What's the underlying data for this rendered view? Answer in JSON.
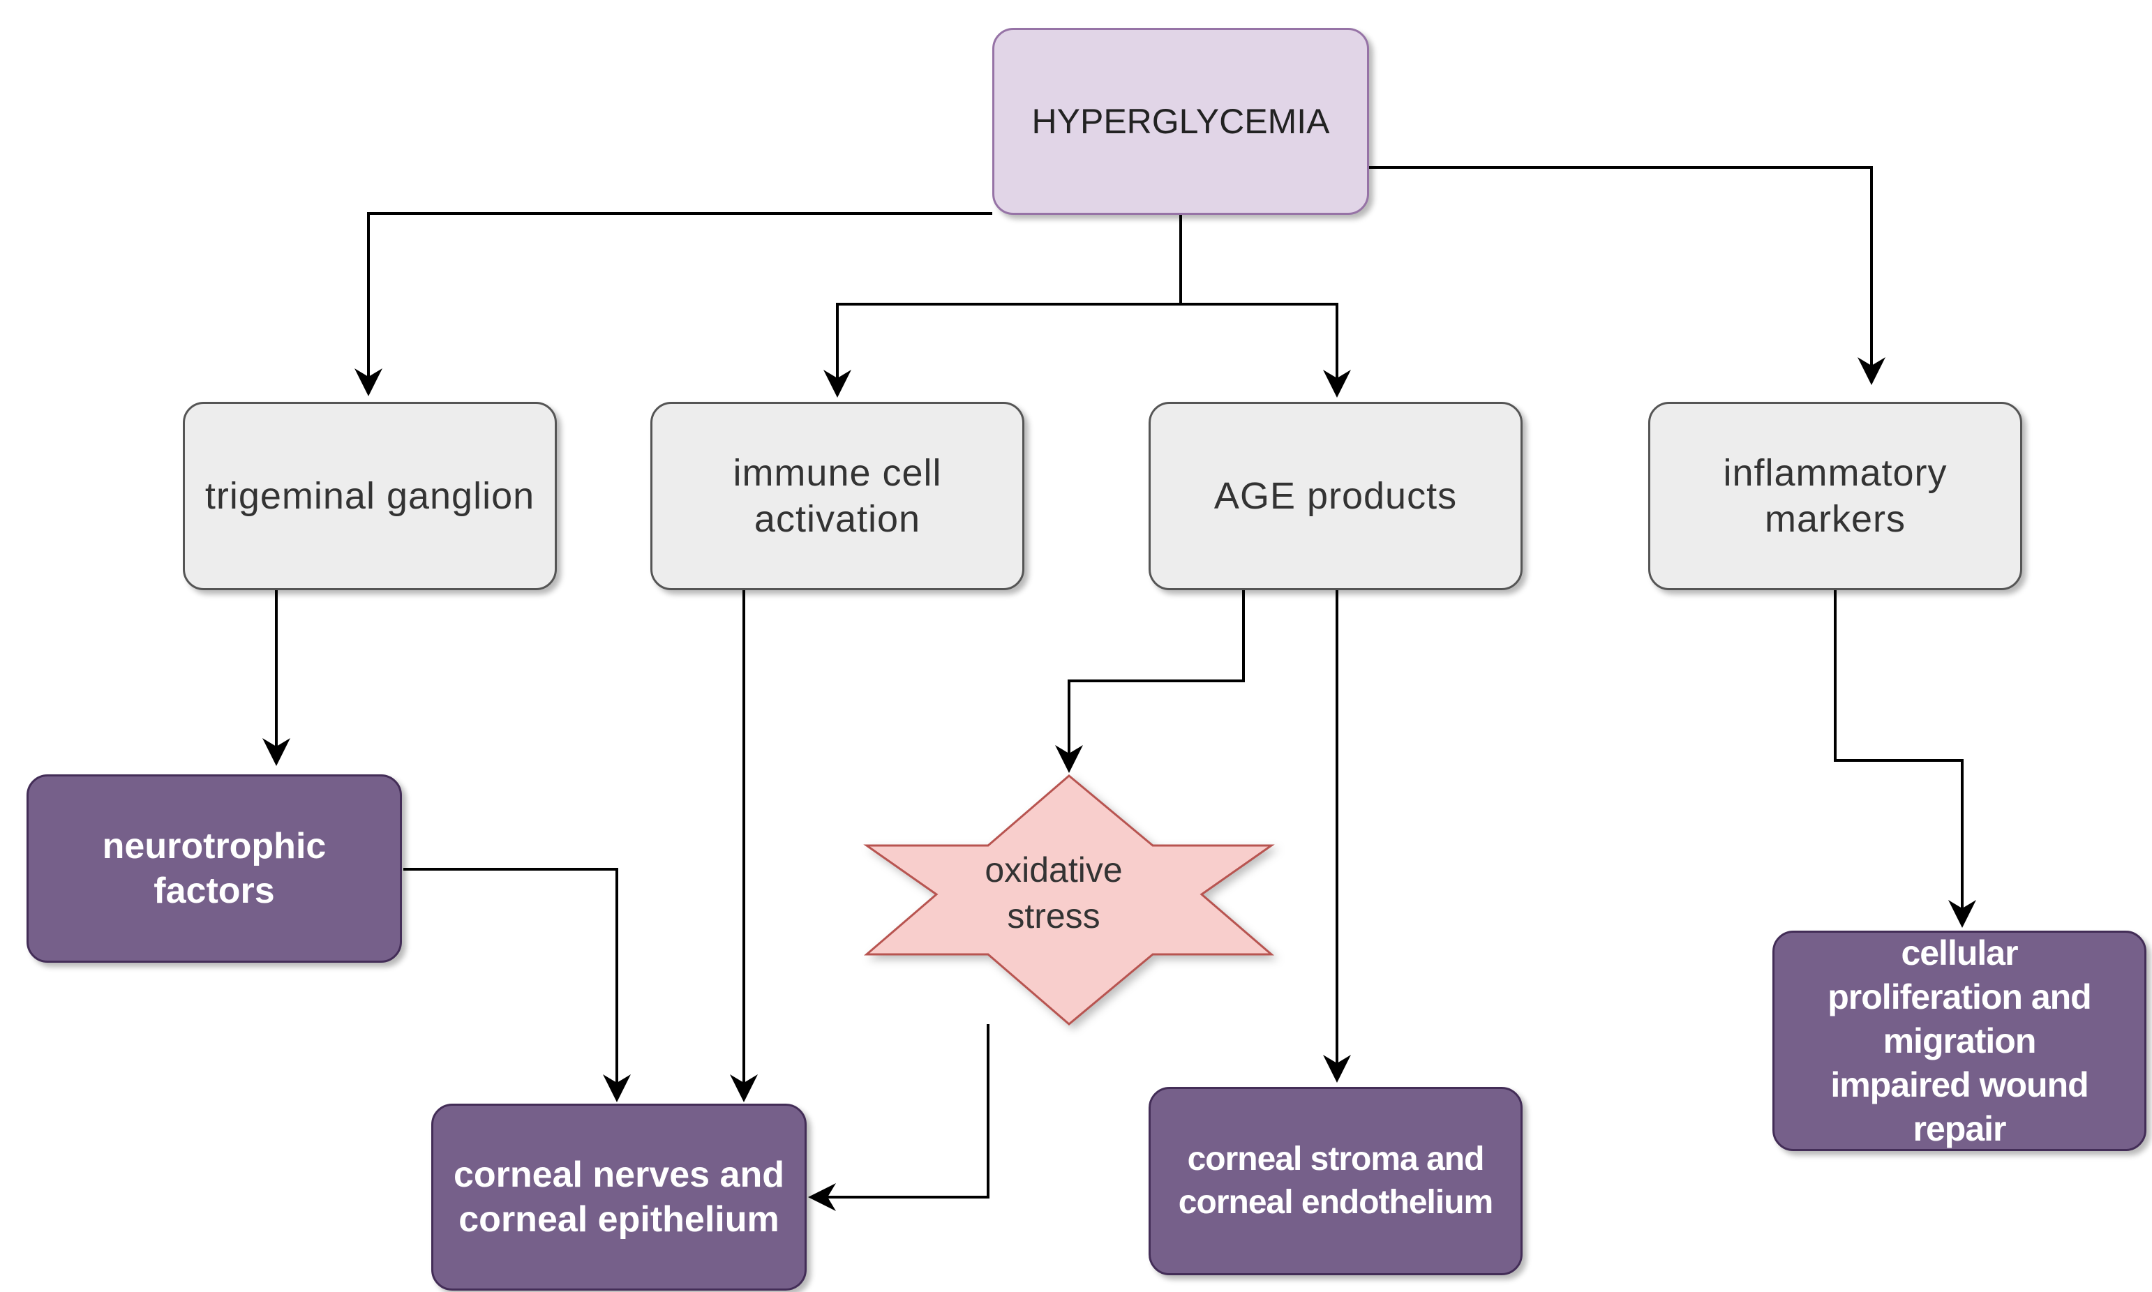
{
  "nodes": {
    "hyperglycemia": "HYPERGLYCEMIA",
    "trigeminal_ganglion": "trigeminal ganglion",
    "immune_cell_activation": "immune cell\nactivation",
    "age_products": "AGE products",
    "inflammatory_markers": "inflammatory\nmarkers",
    "neurotrophic_factors": "neurotrophic\nfactors",
    "oxidative_stress": "oxidative\nstress",
    "corneal_nerves_epithelium": "corneal nerves and\ncorneal epithelium",
    "corneal_stroma_endothelium": "corneal stroma and\ncorneal endothelium",
    "cellular_proliferation": "cellular\nproliferation and\nmigration\nimpaired wound\nrepair"
  },
  "colors": {
    "root_fill": "#e1d5e7",
    "root_border": "#9673a6",
    "intermediate_fill": "#ededed",
    "outcome_fill": "#76608a",
    "outcome_border": "#432d57",
    "star_fill": "#f8cecc",
    "star_border": "#b85450",
    "arrow": "#000000"
  }
}
